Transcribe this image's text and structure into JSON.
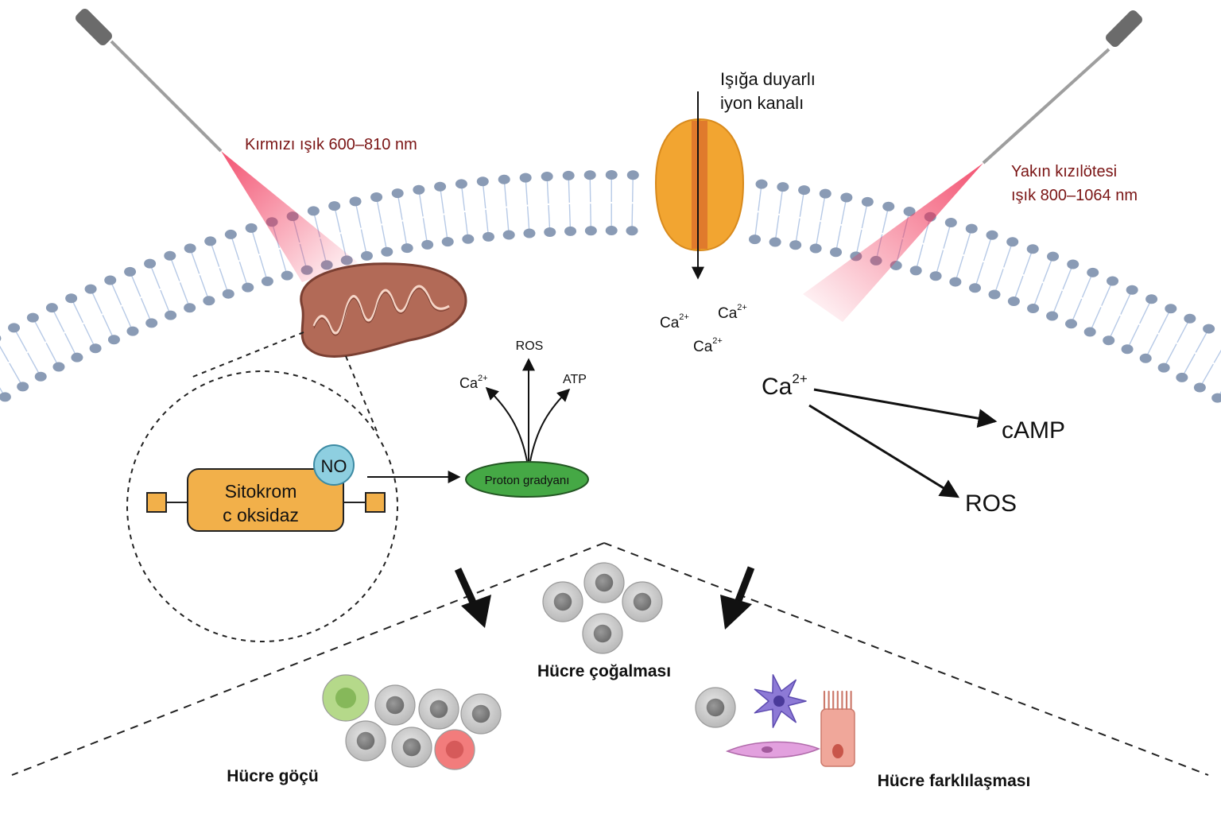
{
  "labels": {
    "channel_line1": "Işığa duyarlı",
    "channel_line2": "iyon kanalı",
    "red_light": "Kırmızı ışık 600–810 nm",
    "nir_line1": "Yakın kızılötesi",
    "nir_line2": "ışık 800–1064 nm",
    "ca": "Ca",
    "ca_charge": "2+",
    "ros_small": "ROS",
    "atp": "ATP",
    "proton": "Proton gradyanı",
    "no": "NO",
    "cox_line1": "Sitokrom",
    "cox_line2": "c oksidaz",
    "camp": "cAMP",
    "ros_large": "ROS",
    "proliferation": "Hücre çoğalması",
    "migration": "Hücre göçü",
    "differentiation": "Hücre farklılaşması"
  },
  "colors": {
    "membrane_head": "#8a9bb5",
    "membrane_tail": "#b6c9e6",
    "channel": "#f2a531",
    "channel_core": "#e07a2c",
    "laser": "#f0294f",
    "mito_fill": "#b26a57",
    "cox_fill": "#f2b04a",
    "proton_fill": "#45a845",
    "no_fill": "#8ecfe0",
    "red_text": "#7a1414",
    "cell_grey": "#c4c4c4",
    "cell_green": "#b5d98a",
    "cell_red": "#f27c7c",
    "cell_purple": "#8d7ad6",
    "cell_pink": "#e2a0de",
    "cell_salmon": "#f0a79a"
  },
  "icons": [
    "optical-fiber-left",
    "optical-fiber-right",
    "ion-channel",
    "mitochondrion",
    "cell"
  ]
}
